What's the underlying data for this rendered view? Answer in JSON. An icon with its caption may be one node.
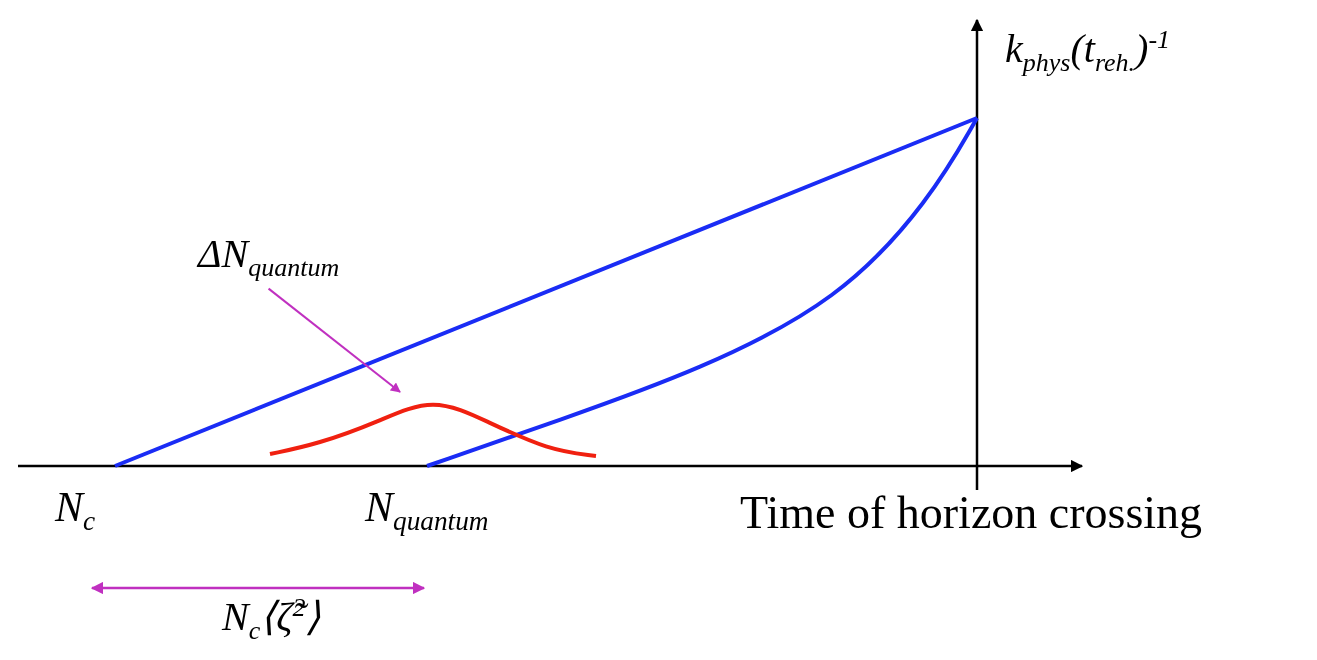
{
  "diagram": {
    "nodes": [
      {
        "text": [
          "ΔN$_{quantum}$"
        ]
      },
      {
        "text": [],
        "shape": "curve"
      }
    ],
    "edges": [
      {
        "from": 0,
        "to": 1,
        "arrow": "to"
      }
    ],
    "labels": [
      "k$_{phys}$(t$_{reh.}$)$^{-1}$",
      "N$_{c}$",
      "N$_{quantum}$",
      "Time of horizon crossing",
      "N$_{c}$⟨ζ̃$^{2}$⟩"
    ]
  }
}
